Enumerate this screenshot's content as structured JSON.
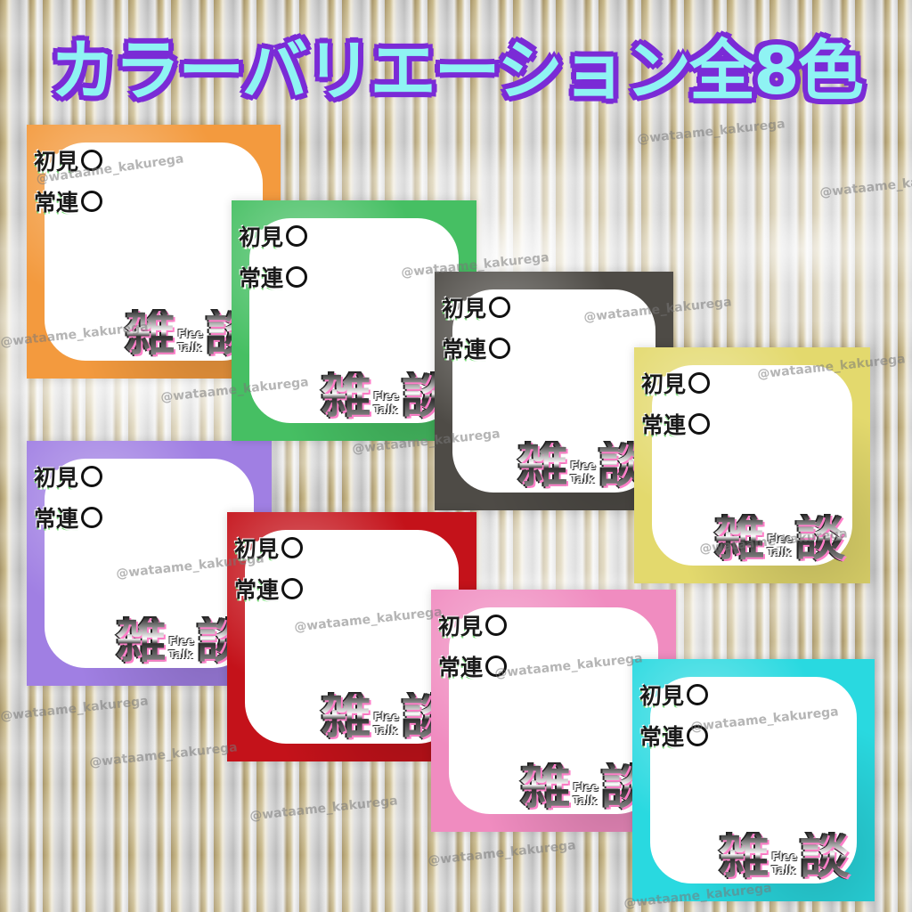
{
  "title": "カラーバリエーション全8色",
  "watermark": "@wataame_kakurega",
  "frames": [
    {
      "name": "orange",
      "color": "#f39a3e",
      "line1": "初見",
      "line2": "常連",
      "kanji1": "雑",
      "kanji2": "談",
      "sub1": "Flee",
      "sub2": "Talk"
    },
    {
      "name": "green",
      "color": "#46bf63",
      "line1": "初見",
      "line2": "常連",
      "kanji1": "雑",
      "kanji2": "談",
      "sub1": "Flee",
      "sub2": "Talk"
    },
    {
      "name": "dark-gray",
      "color": "#4e4b46",
      "line1": "初見",
      "line2": "常連",
      "kanji1": "雑",
      "kanji2": "談",
      "sub1": "Flee",
      "sub2": "Talk"
    },
    {
      "name": "yellow",
      "color": "#e3d96d",
      "line1": "初見",
      "line2": "常連",
      "kanji1": "雑",
      "kanji2": "談",
      "sub1": "Flee",
      "sub2": "Talk"
    },
    {
      "name": "purple",
      "color": "#a07fe3",
      "line1": "初見",
      "line2": "常連",
      "kanji1": "雑",
      "kanji2": "談",
      "sub1": "Flee",
      "sub2": "Talk"
    },
    {
      "name": "red",
      "color": "#c4121a",
      "line1": "初見",
      "line2": "常連",
      "kanji1": "雑",
      "kanji2": "談",
      "sub1": "Flee",
      "sub2": "Talk"
    },
    {
      "name": "pink",
      "color": "#f08cc0",
      "line1": "初見",
      "line2": "常連",
      "kanji1": "雑",
      "kanji2": "談",
      "sub1": "Flee",
      "sub2": "Talk"
    },
    {
      "name": "cyan",
      "color": "#29d9e0",
      "line1": "初見",
      "line2": "常連",
      "kanji1": "雑",
      "kanji2": "談",
      "sub1": "Flee",
      "sub2": "Talk"
    }
  ]
}
